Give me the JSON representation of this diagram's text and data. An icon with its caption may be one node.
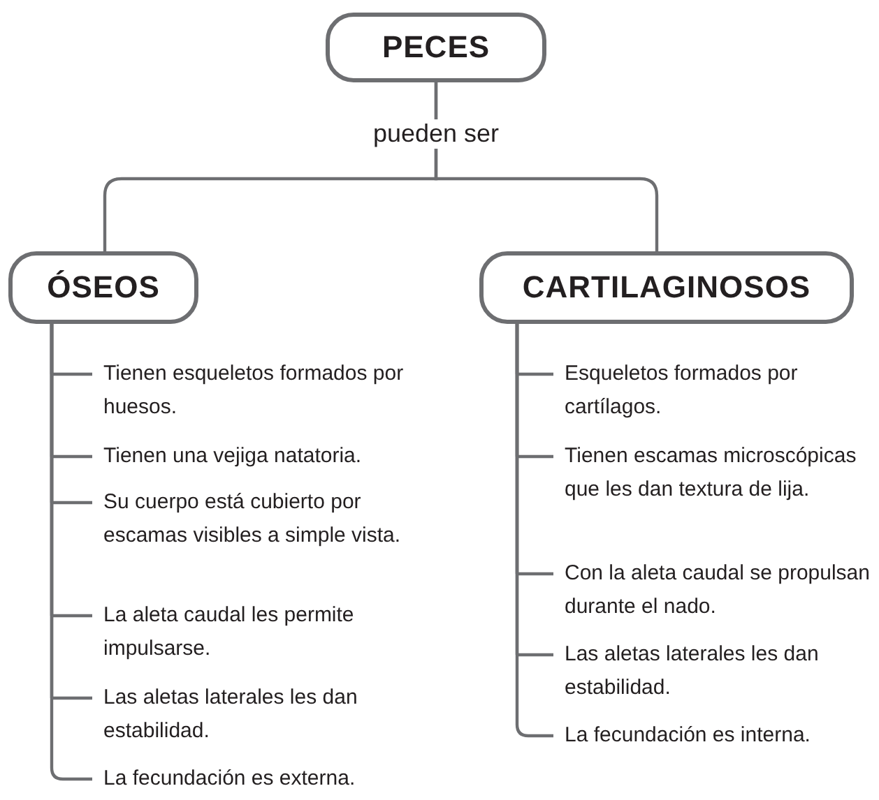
{
  "diagram": {
    "nodes": [
      {
        "text": [
          "PECES"
        ]
      },
      {
        "text": [
          "ÓSEOS"
        ]
      },
      {
        "text": [
          "CARTILAGINOSOS"
        ]
      },
      {
        "text": [
          "Tienen esqueletos formados por huesos."
        ]
      },
      {
        "text": [
          "Tienen una vejiga natatoria."
        ]
      },
      {
        "text": [
          "Su cuerpo está cubierto por escamas visibles a simple vista."
        ]
      },
      {
        "text": [
          "La aleta caudal les permite impulsarse."
        ]
      },
      {
        "text": [
          "Las aletas laterales les dan estabilidad."
        ]
      },
      {
        "text": [
          "La fecundación es externa."
        ]
      },
      {
        "text": [
          "Esqueletos formados por cartílagos."
        ]
      },
      {
        "text": [
          "Tienen escamas microscópicas que les dan textura de lija."
        ]
      },
      {
        "text": [
          "Con la aleta caudal se propulsan durante el nado."
        ]
      },
      {
        "text": [
          "Las aletas laterales les dan estabilidad."
        ]
      },
      {
        "text": [
          "La fecundación es interna."
        ]
      }
    ],
    "edges": [
      {
        "from": 0,
        "to": 1,
        "arrow": "none",
        "label": "pueden ser"
      },
      {
        "from": 0,
        "to": 2,
        "arrow": "none"
      },
      {
        "from": 1,
        "to": 3,
        "arrow": "none"
      },
      {
        "from": 1,
        "to": 4,
        "arrow": "none"
      },
      {
        "from": 1,
        "to": 5,
        "arrow": "none"
      },
      {
        "from": 1,
        "to": 6,
        "arrow": "none"
      },
      {
        "from": 1,
        "to": 7,
        "arrow": "none"
      },
      {
        "from": 1,
        "to": 8,
        "arrow": "none"
      },
      {
        "from": 2,
        "to": 9,
        "arrow": "none"
      },
      {
        "from": 2,
        "to": 10,
        "arrow": "none"
      },
      {
        "from": 2,
        "to": 11,
        "arrow": "none"
      },
      {
        "from": 2,
        "to": 12,
        "arrow": "none"
      },
      {
        "from": 2,
        "to": 13,
        "arrow": "none"
      }
    ]
  }
}
